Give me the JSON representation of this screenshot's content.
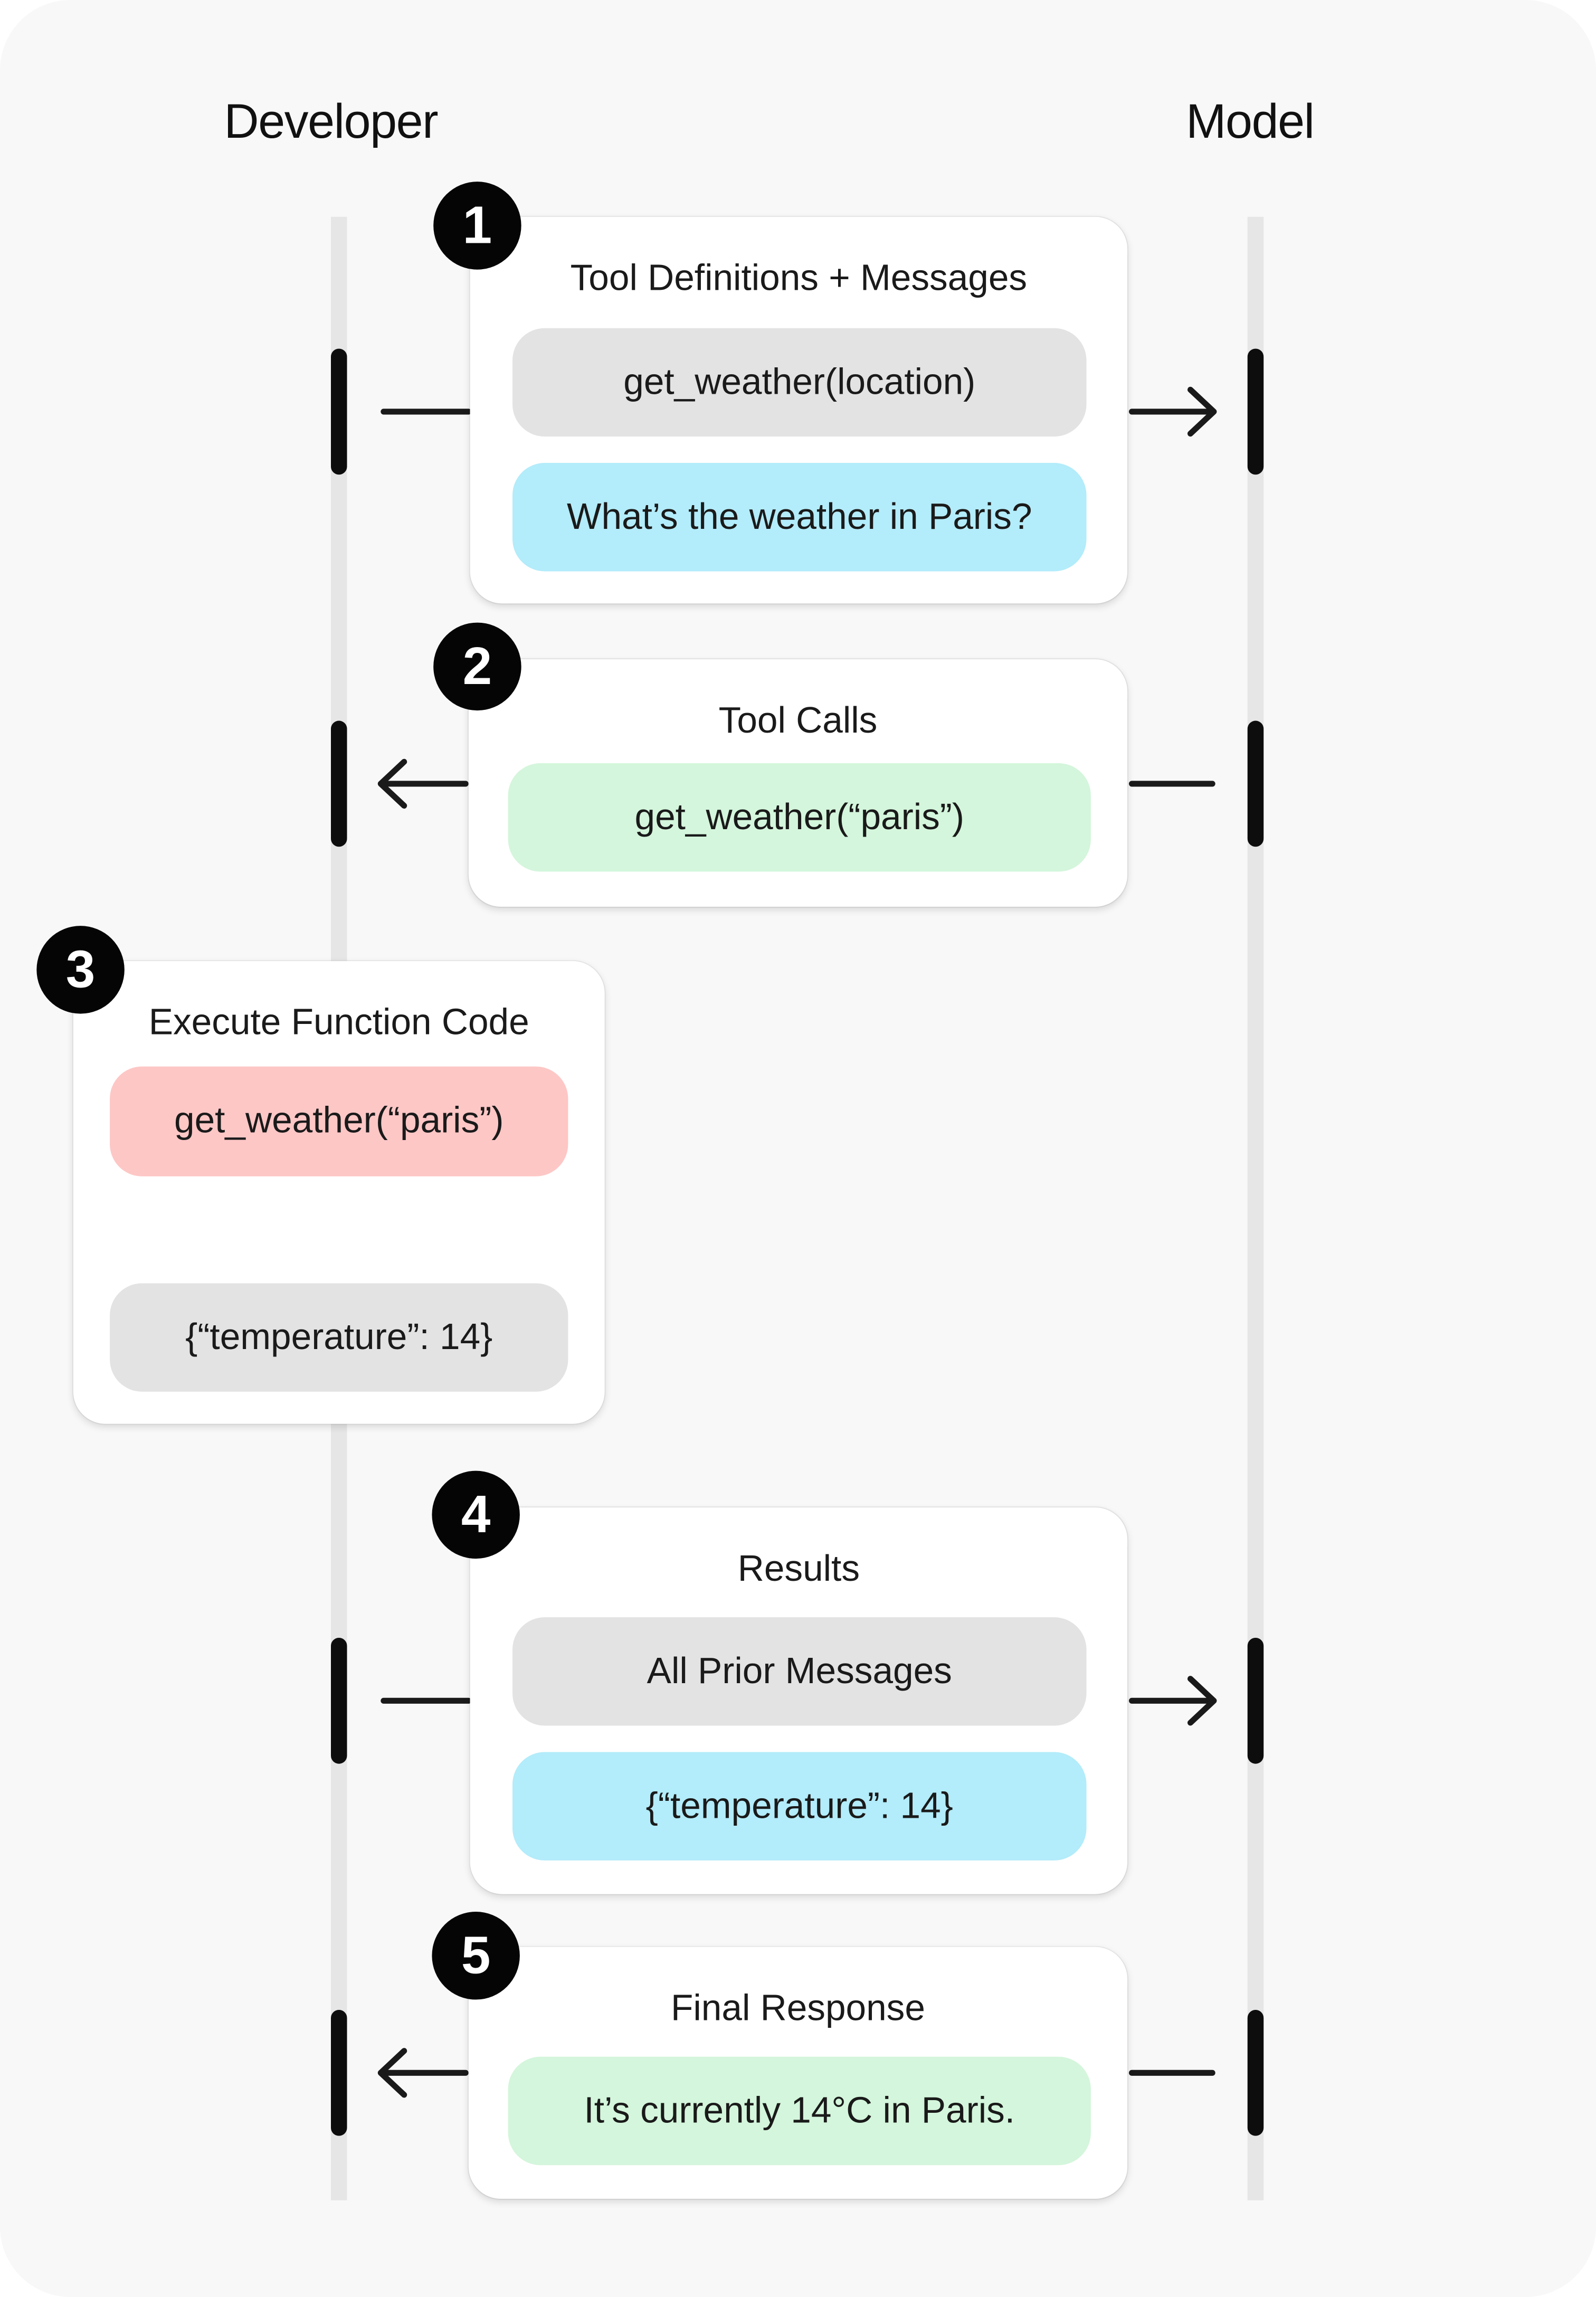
{
  "lanes": {
    "developer": "Developer",
    "model": "Model"
  },
  "steps": [
    {
      "number": "1",
      "title": "Tool Definitions + Messages",
      "items": [
        {
          "text": "get_weather(location)",
          "color": "#e3e3e3"
        },
        {
          "text": "What’s the weather in Paris?",
          "color": "#b3ecfa"
        }
      ],
      "direction": "developer-to-model"
    },
    {
      "number": "2",
      "title": "Tool Calls",
      "items": [
        {
          "text": "get_weather(“paris”)",
          "color": "#d4f6dc"
        }
      ],
      "direction": "model-to-developer"
    },
    {
      "number": "3",
      "title": "Execute Function Code",
      "items": [
        {
          "text": "get_weather(“paris”)",
          "color": "#fdc7c6"
        },
        {
          "text": "{“temperature”: 14}",
          "color": "#e3e3e3"
        }
      ],
      "direction": "on-developer"
    },
    {
      "number": "4",
      "title": "Results",
      "items": [
        {
          "text": "All Prior Messages",
          "color": "#e3e3e3"
        },
        {
          "text": "{“temperature”: 14}",
          "color": "#b3ecfa"
        }
      ],
      "direction": "developer-to-model"
    },
    {
      "number": "5",
      "title": "Final Response",
      "items": [
        {
          "text": "It’s currently 14°C in Paris.",
          "color": "#d4f6dc"
        }
      ],
      "direction": "model-to-developer"
    }
  ],
  "icons": {
    "badge": "numbered-circle",
    "arrow": "arrow-icon"
  }
}
